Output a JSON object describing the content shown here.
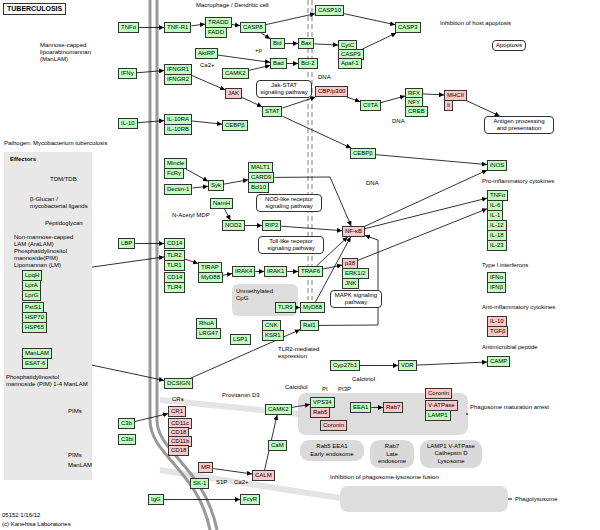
{
  "diagram": {
    "title": "TUBERCULOSIS",
    "nodes": [
      {
        "text": [
          "TNFα"
        ]
      },
      {
        "text": [
          "TNF-R1"
        ]
      },
      {
        "text": [
          "TRADD"
        ]
      },
      {
        "text": [
          "FADD"
        ]
      },
      {
        "text": [
          "CASP8"
        ]
      },
      {
        "text": [
          "CASP10"
        ]
      },
      {
        "text": [
          "Bid"
        ]
      },
      {
        "text": [
          "Bax"
        ]
      },
      {
        "text": [
          "Bad"
        ]
      },
      {
        "text": [
          "Bcl-2"
        ]
      },
      {
        "text": [
          "CytC"
        ]
      },
      {
        "text": [
          "CASP9"
        ]
      },
      {
        "text": [
          "Apaf-1"
        ]
      },
      {
        "text": [
          "CASP3"
        ]
      },
      {
        "text": [
          "Apoptosis"
        ]
      },
      {
        "text": [
          "AktRP"
        ]
      },
      {
        "text": [
          "CAMK2"
        ]
      },
      {
        "text": [
          "IFNγ"
        ]
      },
      {
        "text": [
          "IFNGR1"
        ]
      },
      {
        "text": [
          "IFNGR2"
        ]
      },
      {
        "text": [
          "JAK"
        ]
      },
      {
        "text": [
          "Jak-STAT signaling pathway"
        ]
      },
      {
        "text": [
          "STAT"
        ]
      },
      {
        "text": [
          "IL-10"
        ]
      },
      {
        "text": [
          "IL-10RA"
        ]
      },
      {
        "text": [
          "IL-10RB"
        ]
      },
      {
        "text": [
          "CEBPβ"
        ]
      },
      {
        "text": [
          "CBP/p300"
        ]
      },
      {
        "text": [
          "CIITA"
        ]
      },
      {
        "text": [
          "RFX"
        ]
      },
      {
        "text": [
          "NFY"
        ]
      },
      {
        "text": [
          "CREB"
        ]
      },
      {
        "text": [
          "MHCII"
        ]
      },
      {
        "text": [
          "Ii"
        ]
      },
      {
        "text": [
          "Antigen processing and presentation"
        ]
      },
      {
        "text": [
          "CEBPβ"
        ]
      },
      {
        "text": [
          "iNOS"
        ]
      },
      {
        "text": [
          "TNFα"
        ]
      },
      {
        "text": [
          "IL-6"
        ]
      },
      {
        "text": [
          "IL-1"
        ]
      },
      {
        "text": [
          "IL-12"
        ]
      },
      {
        "text": [
          "IL-18"
        ]
      },
      {
        "text": [
          "IL-23"
        ]
      },
      {
        "text": [
          "IFNα"
        ]
      },
      {
        "text": [
          "IFNβ"
        ]
      },
      {
        "text": [
          "IL-10"
        ]
      },
      {
        "text": [
          "TGFβ"
        ]
      },
      {
        "text": [
          "CAMP"
        ]
      },
      {
        "text": [
          "Effectors"
        ]
      },
      {
        "text": [
          "LpqH"
        ],
        "in": 48
      },
      {
        "text": [
          "LprA"
        ],
        "in": 48
      },
      {
        "text": [
          "LprG"
        ],
        "in": 48
      },
      {
        "text": [
          "PstS1"
        ],
        "in": 48
      },
      {
        "text": [
          "HSP70"
        ],
        "in": 48
      },
      {
        "text": [
          "HSP65"
        ],
        "in": 48
      },
      {
        "text": [
          "ManLAM"
        ],
        "in": 48
      },
      {
        "text": [
          "ESAT-6"
        ],
        "in": 48
      },
      {
        "text": [
          "Mincle"
        ]
      },
      {
        "text": [
          "FcRγ"
        ]
      },
      {
        "text": [
          "Dectin-1"
        ]
      },
      {
        "text": [
          "Syk"
        ]
      },
      {
        "text": [
          "MALT1"
        ]
      },
      {
        "text": [
          "CARD9"
        ]
      },
      {
        "text": [
          "Bcl10"
        ]
      },
      {
        "text": [
          "NOD-like receptor signaling pathway"
        ]
      },
      {
        "text": [
          "NamH"
        ]
      },
      {
        "text": [
          "NOD2"
        ]
      },
      {
        "text": [
          "RIP2"
        ]
      },
      {
        "text": [
          "NF-κB"
        ]
      },
      {
        "text": [
          "Toll-like receptor signaling pathway"
        ]
      },
      {
        "text": [
          "LBP"
        ]
      },
      {
        "text": [
          "CD14"
        ]
      },
      {
        "text": [
          "TLR2"
        ]
      },
      {
        "text": [
          "TLR1"
        ]
      },
      {
        "text": [
          "CD14"
        ]
      },
      {
        "text": [
          "TLR4"
        ]
      },
      {
        "text": [
          "TIRAP"
        ]
      },
      {
        "text": [
          "MyD88"
        ]
      },
      {
        "text": [
          "IRAK4"
        ]
      },
      {
        "text": [
          "IRAK1"
        ]
      },
      {
        "text": [
          "TRAF6"
        ]
      },
      {
        "text": [
          "p38"
        ]
      },
      {
        "text": [
          "ERK1/2"
        ]
      },
      {
        "text": [
          "JNK"
        ]
      },
      {
        "text": [
          "MAPK signaling pathway"
        ]
      },
      {
        "text": [
          "TLR9"
        ]
      },
      {
        "text": [
          "MyD88"
        ]
      },
      {
        "text": [
          "RhoA"
        ]
      },
      {
        "text": [
          "LRG47"
        ]
      },
      {
        "text": [
          "LSP1"
        ]
      },
      {
        "text": [
          "CNK"
        ]
      },
      {
        "text": [
          "KSR1"
        ]
      },
      {
        "text": [
          "Raf1"
        ]
      },
      {
        "text": [
          "DCSIGN"
        ]
      },
      {
        "text": [
          "Cyp27b1"
        ]
      },
      {
        "text": [
          "VDR"
        ]
      },
      {
        "text": [
          "C3b"
        ]
      },
      {
        "text": [
          "C3bi"
        ]
      },
      {
        "text": [
          "CR1"
        ]
      },
      {
        "text": [
          "CD11c"
        ]
      },
      {
        "text": [
          "CD18"
        ]
      },
      {
        "text": [
          "CD11b"
        ]
      },
      {
        "text": [
          "CD18"
        ]
      },
      {
        "text": [
          "MR"
        ]
      },
      {
        "text": [
          "CALM"
        ]
      },
      {
        "text": [
          "SK-1"
        ]
      },
      {
        "text": [
          "CAMK2"
        ]
      },
      {
        "text": [
          "CaM"
        ]
      },
      {
        "text": [
          "VPS34"
        ]
      },
      {
        "text": [
          "Rab5"
        ]
      },
      {
        "text": [
          "EEA1"
        ]
      },
      {
        "text": [
          "Rab7"
        ]
      },
      {
        "text": [
          "Coronin"
        ]
      },
      {
        "text": [
          "V-ATPase"
        ]
      },
      {
        "text": [
          "LAMP1"
        ]
      },
      {
        "text": [
          "Coronin"
        ]
      },
      {
        "text": [
          "FcγR"
        ]
      },
      {
        "text": [
          "IgG"
        ]
      },
      {
        "text": [
          "Rab5 EEA1",
          "Early endosome"
        ]
      },
      {
        "text": [
          "Rab7",
          "Late endosome"
        ]
      },
      {
        "text": [
          "LAMP1 V-ATPase Cathepsin D",
          "Lysosome"
        ]
      }
    ],
    "edges": [
      {
        "from": 0,
        "to": 1,
        "arrow": "to"
      },
      {
        "from": 1,
        "to": 2,
        "arrow": "to"
      },
      {
        "from": 2,
        "to": 4,
        "arrow": "to"
      },
      {
        "from": 4,
        "to": 5,
        "arrow": "to"
      },
      {
        "from": 4,
        "to": 6,
        "arrow": "to"
      },
      {
        "from": 6,
        "to": 7,
        "arrow": "to"
      },
      {
        "from": 7,
        "to": 10,
        "arrow": "to"
      },
      {
        "from": 5,
        "to": 13,
        "arrow": "to"
      },
      {
        "from": 11,
        "to": 13,
        "arrow": "to"
      },
      {
        "from": 8,
        "to": 9,
        "arrow": "to"
      },
      {
        "from": 15,
        "to": 8,
        "arrow": "to"
      },
      {
        "from": 16,
        "to": 8,
        "arrow": "to"
      },
      {
        "from": 17,
        "to": 18,
        "arrow": "to"
      },
      {
        "from": 18,
        "to": 20,
        "arrow": "to"
      },
      {
        "from": 20,
        "to": 22,
        "arrow": "to"
      },
      {
        "from": 22,
        "to": 27,
        "arrow": "to"
      },
      {
        "from": 27,
        "to": 28,
        "arrow": "to"
      },
      {
        "from": 28,
        "to": 29,
        "arrow": "to"
      },
      {
        "from": 29,
        "to": 32,
        "arrow": "to"
      },
      {
        "from": 32,
        "to": 34,
        "arrow": "to"
      },
      {
        "from": 23,
        "to": 24,
        "arrow": "to"
      },
      {
        "from": 24,
        "to": 26,
        "arrow": "to"
      },
      {
        "from": 22,
        "to": 35,
        "arrow": "to"
      },
      {
        "from": 35,
        "to": 36,
        "arrow": "to"
      },
      {
        "from": 57,
        "to": 60,
        "arrow": "to"
      },
      {
        "from": 59,
        "to": 60,
        "arrow": "to"
      },
      {
        "from": 60,
        "to": 62,
        "arrow": "to"
      },
      {
        "from": 62,
        "to": 68,
        "arrow": "to"
      },
      {
        "from": 65,
        "to": 66,
        "arrow": "to"
      },
      {
        "from": 66,
        "to": 67,
        "arrow": "to"
      },
      {
        "from": 67,
        "to": 68,
        "arrow": "to"
      },
      {
        "from": 70,
        "to": 71,
        "arrow": "to"
      },
      {
        "from": 72,
        "to": 76,
        "arrow": "to"
      },
      {
        "from": 77,
        "to": 78,
        "arrow": "to"
      },
      {
        "from": 78,
        "to": 79,
        "arrow": "to"
      },
      {
        "from": 79,
        "to": 80,
        "arrow": "to"
      },
      {
        "from": 80,
        "to": 68,
        "arrow": "to"
      },
      {
        "from": 80,
        "to": 81,
        "arrow": "to"
      },
      {
        "from": 68,
        "to": 37,
        "arrow": "to"
      },
      {
        "from": 81,
        "to": 38,
        "arrow": "to"
      },
      {
        "from": 85,
        "to": 86,
        "arrow": "to"
      },
      {
        "from": 86,
        "to": 68,
        "arrow": "to"
      },
      {
        "from": 93,
        "to": 92,
        "arrow": "to"
      },
      {
        "from": 92,
        "to": 68,
        "arrow": "to"
      },
      {
        "from": 94,
        "to": 95,
        "arrow": "to"
      },
      {
        "from": 95,
        "to": 47,
        "arrow": "to"
      },
      {
        "from": 96,
        "to": 98,
        "arrow": "to"
      },
      {
        "from": 117,
        "to": 116,
        "arrow": "to"
      },
      {
        "from": 103,
        "to": 104,
        "arrow": "to"
      },
      {
        "from": 104,
        "to": 106,
        "arrow": "to"
      },
      {
        "from": 106,
        "to": 108,
        "arrow": "to"
      },
      {
        "from": 110,
        "to": 111,
        "arrow": "to"
      },
      {
        "from": 49,
        "to": 72,
        "arrow": "to"
      },
      {
        "from": 55,
        "to": 93,
        "arrow": "to"
      },
      {
        "from": 68,
        "to": 36,
        "arrow": "to"
      }
    ],
    "labels": [
      "Macrophage / Dendritic cell",
      "Inhibition of host apoptosis",
      "Mannose-capped lipoarabinomannan (ManLAM)",
      "Ca2+",
      "+p",
      "Pathogen: Mycobacterium tuberculosis",
      "TDM/TDB",
      "β-Glucan / mycobacterial ligands",
      "Peptidoglycan",
      "N-Acetyl MDP",
      "Non-mannose-capped LAM (AraLAM) Phosphatidylinositol mannoside(PIM) Lipomannan (LM)",
      "Unmethylated CpG",
      "Phosphatidylinositol mannoside (PIM) 1-4 ManLAM",
      "CRs",
      "Provitamin D3",
      "Calcidiol",
      "TLR2-mediated expression",
      "Calcitriol",
      "PI",
      "PI3P",
      "PIMs",
      "PIMs",
      "ManLAM",
      "S1P",
      "Ca2+",
      "Inhibition of phagosome-lysosome fusion",
      "Pro-inflammatory cytokines",
      "Type I interferons",
      "Anti-inflammatory cytokines",
      "Antimicrobial peptide",
      "Phagosome maturation arrest",
      "Phagolysosome",
      "DNA",
      "DNA",
      "DNA",
      "05152 1/16/12",
      "(c) Kanehisa Laboratories"
    ]
  }
}
